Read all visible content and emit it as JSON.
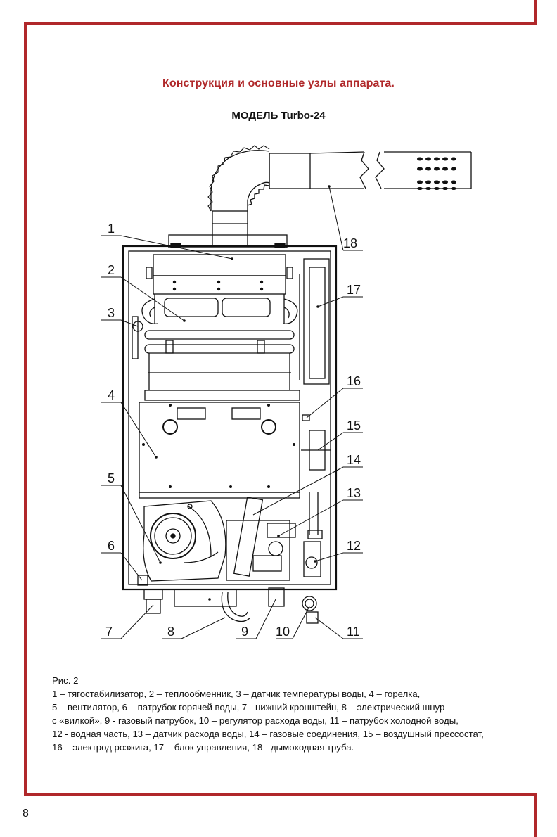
{
  "page": {
    "title": "Конструкция и основные узлы аппарата.",
    "model": "МОДЕЛЬ Turbo-24",
    "page_number": "8",
    "accent_color": "#b0282a"
  },
  "callouts": [
    "1",
    "2",
    "3",
    "4",
    "5",
    "6",
    "7",
    "8",
    "9",
    "10",
    "11",
    "12",
    "13",
    "14",
    "15",
    "16",
    "17",
    "18"
  ],
  "caption": {
    "figure": "Рис. 2",
    "lines": [
      "1 – тягостабилизатор, 2 – теплообменник, 3 – датчик температуры воды, 4 – горелка,",
      "5 – вентилятор, 6 – патрубок горячей воды, 7 - нижний кронштейн, 8 – электрический шнур",
      "с «вилкой», 9 - газовый патрубок, 10 – регулятор расхода воды, 11 – патрубок  холодной  воды,",
      "12 - водная часть,  13 – датчик расхода воды, 14 – газовые соединения, 15 – воздушный прессостат,",
      "16 – электрод розжига,  17 –  блок  управления,  18 - дымоходная труба."
    ]
  }
}
